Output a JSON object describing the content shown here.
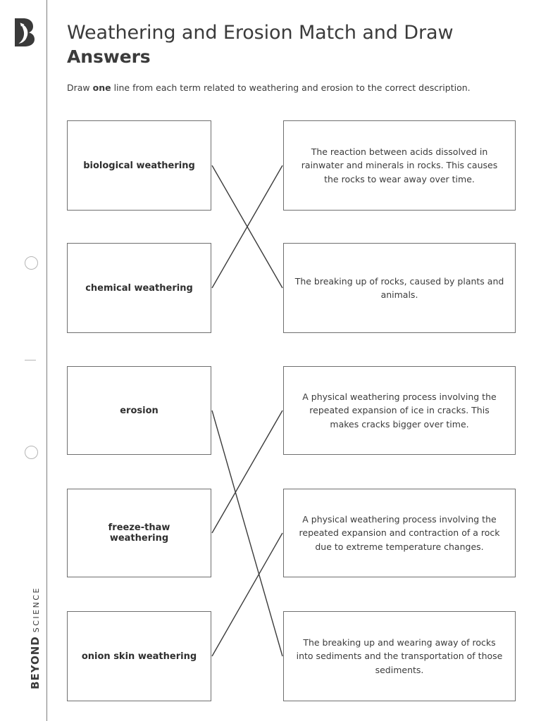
{
  "brand": {
    "name_primary": "BEYOND",
    "name_secondary": "SCIENCE",
    "logo_icon": "beyond-b-logo-icon"
  },
  "header": {
    "title_line1": "Weathering and Erosion Match and Draw",
    "title_line2": "Answers",
    "instruction_prefix": "Draw ",
    "instruction_emphasis": "one",
    "instruction_suffix": " line from each term related to weathering and erosion to the correct description."
  },
  "activity": {
    "terms": [
      {
        "id": "biological-weathering",
        "label": "biological weathering"
      },
      {
        "id": "chemical-weathering",
        "label": "chemical weathering"
      },
      {
        "id": "erosion",
        "label": "erosion"
      },
      {
        "id": "freeze-thaw-weathering",
        "label": "freeze-thaw weathering"
      },
      {
        "id": "onion-skin-weathering",
        "label": "onion skin weathering"
      }
    ],
    "descriptions": [
      {
        "id": "acid-rain-reaction",
        "text": "The reaction between acids dissolved in rainwater and minerals in rocks. This causes the rocks to wear away over time."
      },
      {
        "id": "plants-animals-breakup",
        "text": "The breaking up of rocks, caused by plants and animals."
      },
      {
        "id": "ice-expansion-cracks",
        "text": "A physical weathering process involving the repeated expansion of ice in cracks. This makes cracks bigger over time."
      },
      {
        "id": "temperature-expansion-contraction",
        "text": "A physical weathering process involving the repeated expansion and contraction of a rock due to extreme temperature changes."
      },
      {
        "id": "sediment-transport",
        "text": "The breaking up and wearing away of rocks into sediments and the transportation of those sediments."
      }
    ],
    "answer_lines": [
      {
        "from_term": 0,
        "to_description": 1
      },
      {
        "from_term": 1,
        "to_description": 0
      },
      {
        "from_term": 2,
        "to_description": 4
      },
      {
        "from_term": 3,
        "to_description": 2
      },
      {
        "from_term": 4,
        "to_description": 3
      }
    ]
  },
  "colors": {
    "ink": "#3b3b3b",
    "box_border": "#6f6f6f",
    "rule": "#7d7d7d",
    "punch": "#b5b5b5",
    "page_background": "#ffffff"
  }
}
